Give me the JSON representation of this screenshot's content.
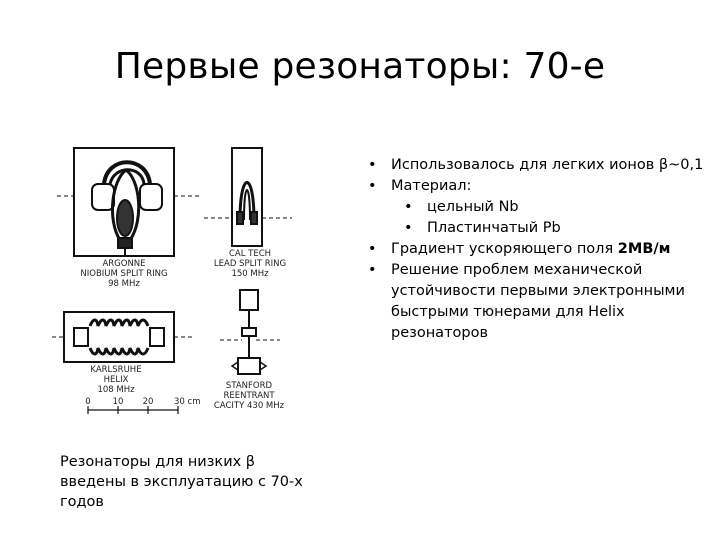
{
  "slide": {
    "title": "Первые резонаторы: 70-е"
  },
  "figure": {
    "argonne": {
      "line1": "ARGONNE",
      "line2": "NIOBIUM SPLIT RING",
      "line3": "98 MHz"
    },
    "caltech": {
      "line1": "CAL TECH",
      "line2": "LEAD SPLIT RING",
      "line3": "150 MHz"
    },
    "karlsruhe": {
      "line1": "KARLSRUHE",
      "line2": "HELIX",
      "line3": "108 MHz"
    },
    "stanford": {
      "line1": "STANFORD",
      "line2": "REENTRANT",
      "line3": "CACITY 430 MHz"
    },
    "scale": {
      "t0": "0",
      "t1": "10",
      "t2": "20",
      "t3": "30 cm"
    }
  },
  "bullets": {
    "b1": "Использовалось для легких ионов β~0,1",
    "b2": "Материал:",
    "b2_sub1": "цельный Nb",
    "b2_sub2": "Пластинчатый Pb",
    "b3_prefix": "Градиент ускоряющего поля ",
    "b3_bold": "2МВ/м",
    "b4": "Решение проблем механической устойчивости первыми электронными быстрыми тюнерами для Helix резонаторов"
  },
  "caption": {
    "text": "Резонаторы для низких β введены в эксплуатацию с 70-х годов"
  }
}
